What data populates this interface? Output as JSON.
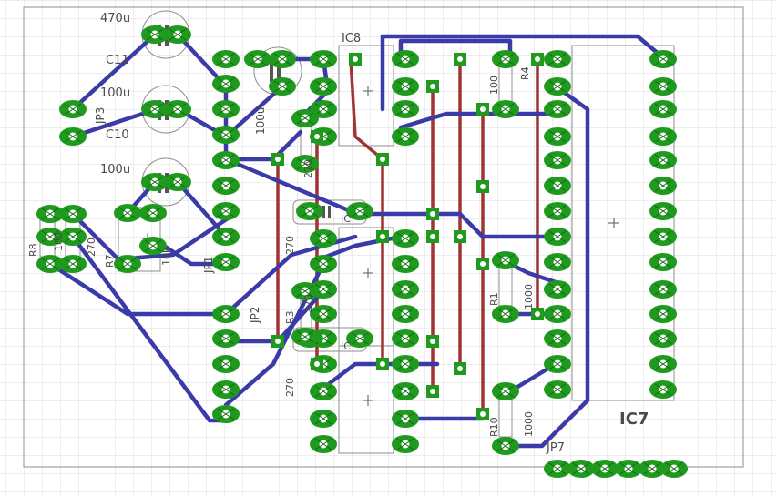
{
  "colors": {
    "grid": "#d8d8d8",
    "outline": "#8c8c8c",
    "trace_bottom": "#3a3aa8",
    "trace_top": "#a03434",
    "pad": "#1f9a1f",
    "pad_hole": "#ffffff"
  },
  "labels": {
    "c11": "C11",
    "c11_val": "470u",
    "c10": "C10",
    "c10_val": "100u",
    "c_mid_val": "100u",
    "c_top2_val": "100u",
    "jp3": "JP3",
    "jp1": "JP1",
    "jp2": "JP2",
    "jp7": "JP7",
    "ic8": "IC8",
    "ic7": "IC7",
    "ic_a": "IC",
    "ic_b": "IC",
    "r8": "R8",
    "r8_val": "100",
    "r7": "R7",
    "r7_val": "10k",
    "r_left2_val": "270",
    "r4": "R4",
    "r4_val": "100",
    "r1": "R1",
    "r1_val": "1000",
    "r10": "R10",
    "r10_val": "1000",
    "r3": "R3",
    "r_mid_val": "270",
    "r_mid2_val": "270",
    "r_mid3_val": "270",
    "r_mid4_val": "270"
  }
}
